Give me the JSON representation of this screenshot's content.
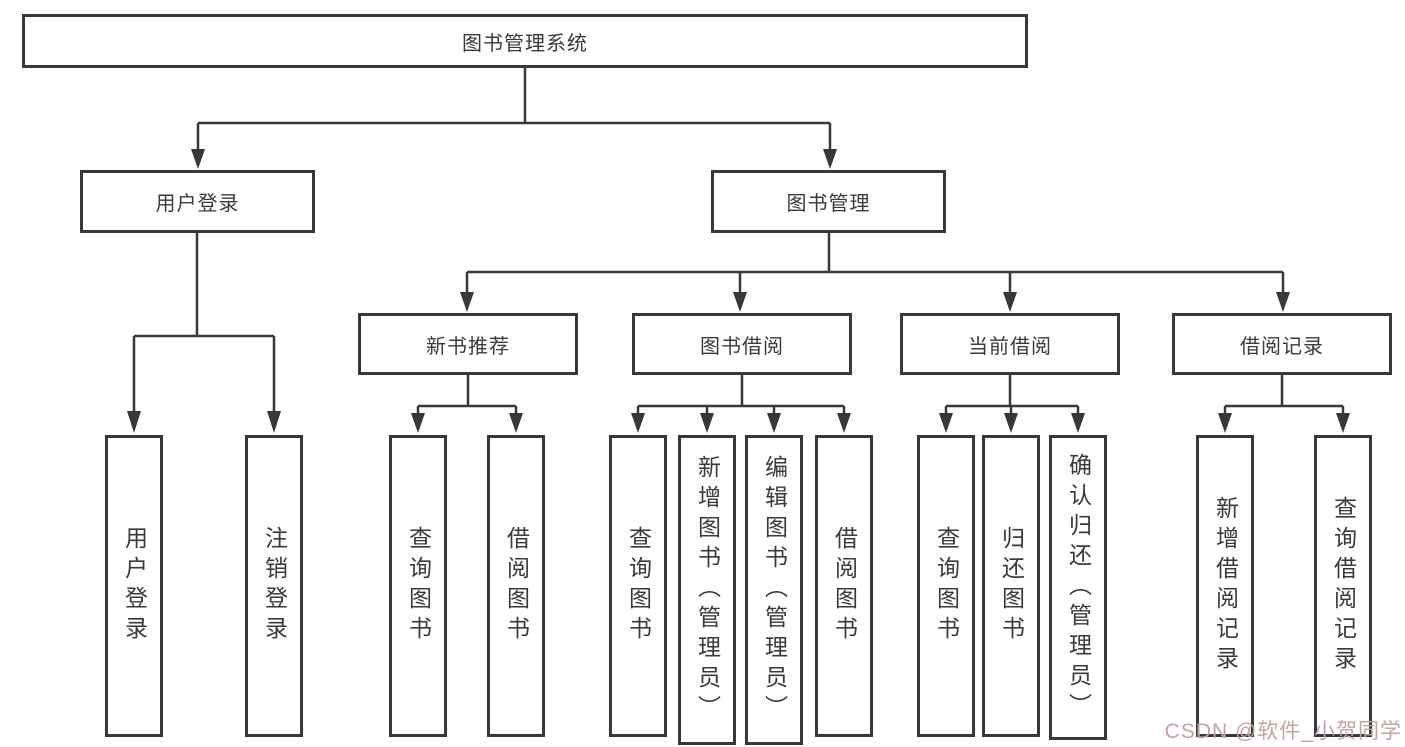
{
  "tree": {
    "root": {
      "label": "图书管理系统"
    },
    "children": [
      {
        "label": "用户登录",
        "children": [
          {
            "label": "用户登录"
          },
          {
            "label": "注销登录"
          }
        ]
      },
      {
        "label": "图书管理",
        "children": [
          {
            "label": "新书推荐",
            "children": [
              {
                "label": "查询图书"
              },
              {
                "label": "借阅图书"
              }
            ]
          },
          {
            "label": "图书借阅",
            "children": [
              {
                "label": "查询图书"
              },
              {
                "label": "新增图书（管理员）"
              },
              {
                "label": "编辑图书（管理员）"
              },
              {
                "label": "借阅图书"
              }
            ]
          },
          {
            "label": "当前借阅",
            "children": [
              {
                "label": "查询图书"
              },
              {
                "label": "归还图书"
              },
              {
                "label": "确认归还（管理员）"
              }
            ]
          },
          {
            "label": "借阅记录",
            "children": [
              {
                "label": "新增借阅记录"
              },
              {
                "label": "查询借阅记录"
              }
            ]
          }
        ]
      }
    ]
  },
  "watermark": {
    "text": "CSDN @软件_小贺同学",
    "color": "#c2a4a4"
  },
  "colors": {
    "line": "#383838",
    "box_border": "#383838",
    "text": "#3a3a3a",
    "background": "#ffffff"
  }
}
